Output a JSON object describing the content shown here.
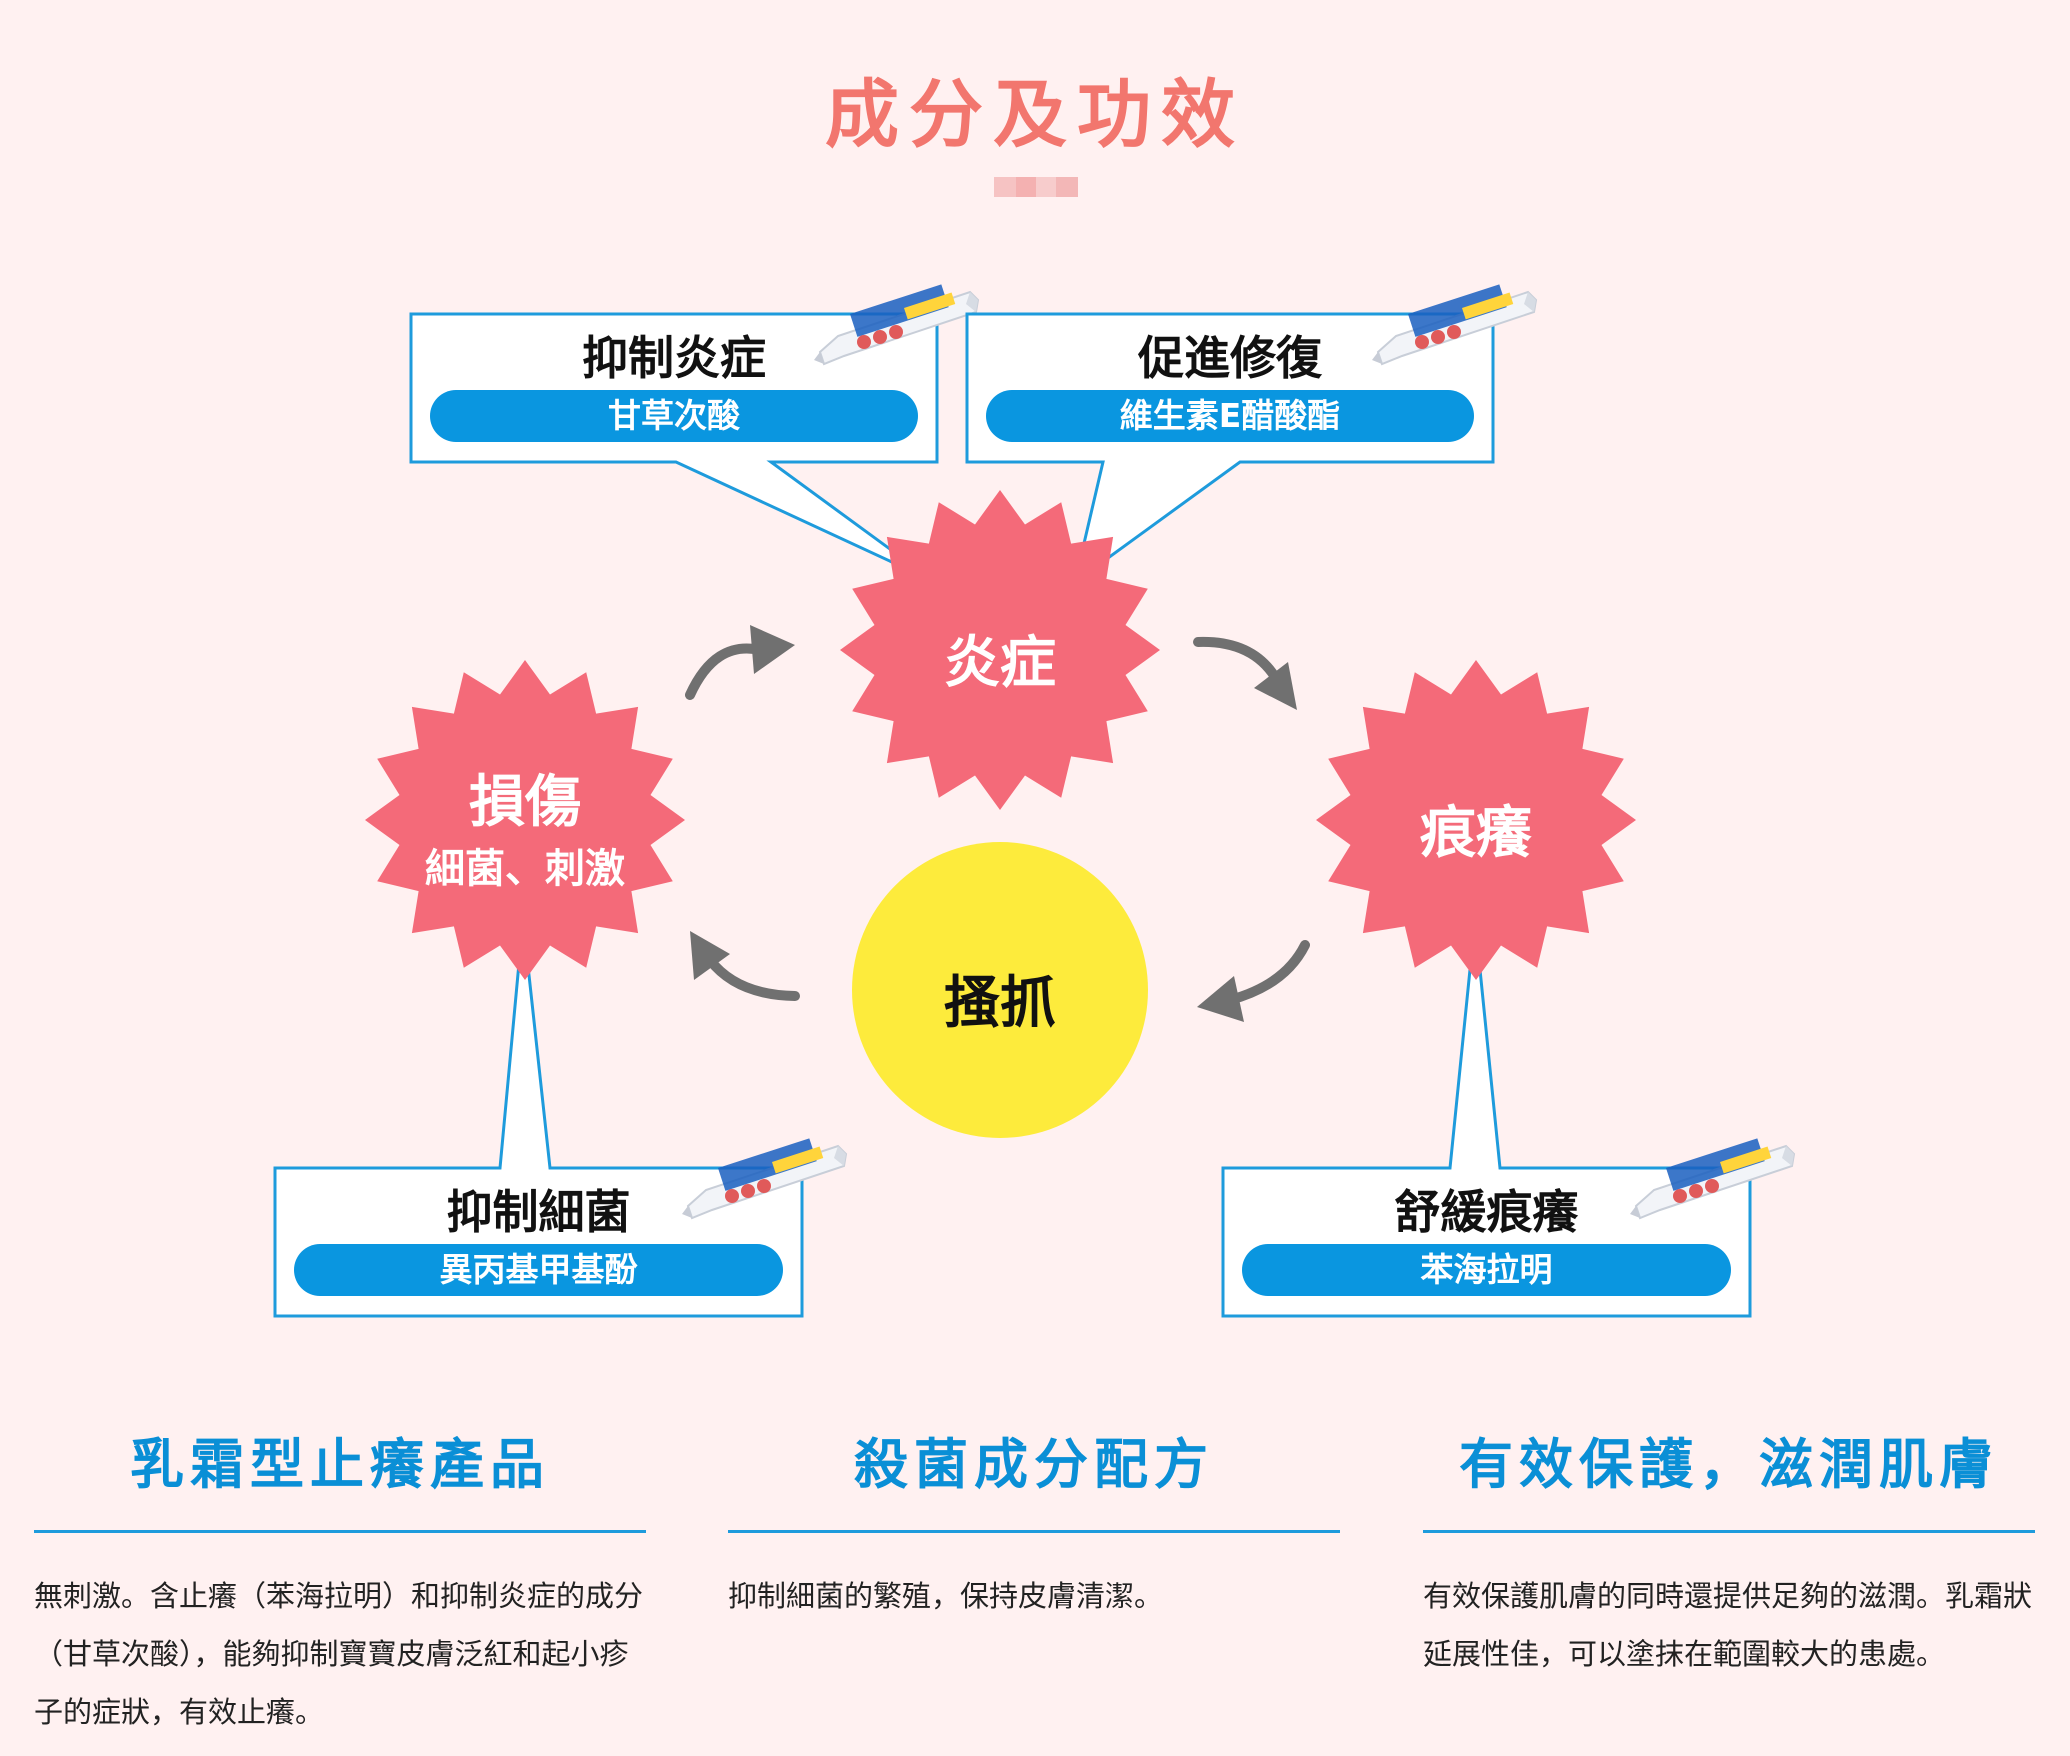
{
  "title": "成分及功效",
  "colors": {
    "title": "#f2766e",
    "burst": "#f46a79",
    "center": "#fdeb3c",
    "pill": "#0a96e0",
    "callout_border": "#1e9bdc",
    "arrow": "#707070",
    "heading": "#0a8fd6",
    "background": "#fff1f1"
  },
  "cycle": {
    "top": {
      "label": "炎症"
    },
    "right": {
      "label": "痕癢"
    },
    "left": {
      "label": "損傷",
      "sublabel": "細菌、刺激"
    },
    "center": {
      "label": "搔抓"
    }
  },
  "callouts": [
    {
      "title": "抑制炎症",
      "ingredient": "甘草次酸",
      "icon": "cream-tube-icon"
    },
    {
      "title": "促進修復",
      "ingredient": "維生素E醋酸酯",
      "icon": "cream-tube-icon"
    },
    {
      "title": "抑制細菌",
      "ingredient": "異丙基甲基酚",
      "icon": "cream-tube-icon"
    },
    {
      "title": "舒緩痕癢",
      "ingredient": "苯海拉明",
      "icon": "cream-tube-icon"
    }
  ],
  "features": [
    {
      "heading": "乳霜型止癢產品",
      "body": "無刺激。含止癢（苯海拉明）和抑制炎症的成分（甘草次酸），能夠抑制寶寶皮膚泛紅和起小疹子的症狀，有效止癢。"
    },
    {
      "heading": "殺菌成分配方",
      "body": "抑制細菌的繁殖，保持皮膚清潔。"
    },
    {
      "heading": "有效保護，滋潤肌膚",
      "body": "有效保護肌膚的同時還提供足夠的滋潤。乳霜狀延展性佳，可以塗抹在範圍較大的患處。"
    }
  ]
}
